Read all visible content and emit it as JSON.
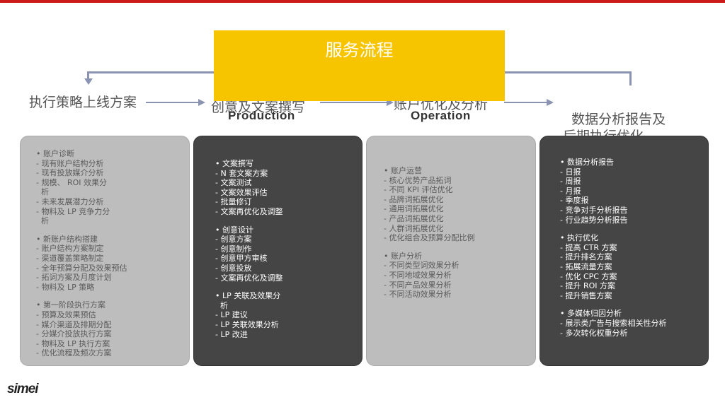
{
  "banner": {
    "title": "服务流程"
  },
  "stages": [
    {
      "title": "执行策略上线方案",
      "subtitle": ""
    },
    {
      "title": "创意及文案撰写",
      "subtitle": "Production"
    },
    {
      "title": "账户优化及分析",
      "subtitle": "Operation"
    },
    {
      "title": "数据分析报告及\n后期执行优化",
      "subtitle": ""
    }
  ],
  "cards": [
    {
      "groups": [
        [
          "• 账户诊断",
          "- 现有账户结构分析",
          "- 现有投放媒介分析",
          "- 规模、 ROI 效果分",
          "  析",
          "- 未来发展潜力分析",
          "- 物料及 LP 竞争力分",
          "  析"
        ],
        [
          "• 新账户结构搭建",
          "- 账户结构方案制定",
          "- 渠道覆盖策略制定",
          "- 全年预算分配及效果预估",
          "- 拓词方案及月度计划",
          "- 物料及 LP 策略"
        ],
        [
          "• 第一阶段执行方案",
          "- 预算及效果预估",
          "- 媒介渠道及排期分配",
          "- 分媒介投放执行方案",
          "- 物料及 LP 执行方案",
          "- 优化流程及频次方案"
        ]
      ]
    },
    {
      "groups": [
        [
          "• 文案撰写",
          "- N 套文案方案",
          "- 文案测试",
          "- 文案效果评估",
          "- 批量修订",
          "- 文案再优化及调整"
        ],
        [
          "• 创意设计",
          "- 创意方案",
          "- 创意制作",
          "- 创意甲方审核",
          "- 创意投放",
          "- 文案再优化及调整"
        ],
        [
          "• LP 关联及效果分",
          "  析",
          "- LP 建议",
          "- LP 关联效果分析",
          "- LP 改进"
        ]
      ]
    },
    {
      "groups": [
        [
          "• 账户运营",
          "- 核心优势产品拓词",
          "- 不同 KPI 评估优化",
          "- 品牌词拓展优化",
          "- 通用词拓展优化",
          "- 产品词拓展优化",
          "- 人群词拓展优化",
          "- 优化组合及预算分配比例"
        ],
        [
          "• 账户分析",
          "- 不同类型词效果分析",
          "- 不同地域效果分析",
          "- 不同产品效果分析",
          "- 不同活动效果分析"
        ]
      ]
    },
    {
      "groups": [
        [
          "• 数据分析报告",
          "- 日报",
          "- 周报",
          "- 月报",
          "- 季度报",
          "- 竞争对手分析报告",
          "- 行业趋势分析报告"
        ],
        [
          "• 执行优化",
          "- 提高 CTR 方案",
          "- 提升排名方案",
          "- 拓展流量方案",
          "- 优化 CPC 方案",
          "- 提升 ROI 方案",
          "- 提升销售方案"
        ],
        [
          "• 多媒体归因分析",
          "- 展示类广告与搜索相关性分析",
          "- 多次转化权重分析"
        ]
      ]
    }
  ],
  "logo": {
    "text": "simei"
  },
  "colors": {
    "accent_red": "#cc1a1a",
    "banner_yellow": "#f7c500",
    "card_light": "#bdbdbd",
    "card_dark": "#454545",
    "flow_line": "#8a94b2"
  }
}
